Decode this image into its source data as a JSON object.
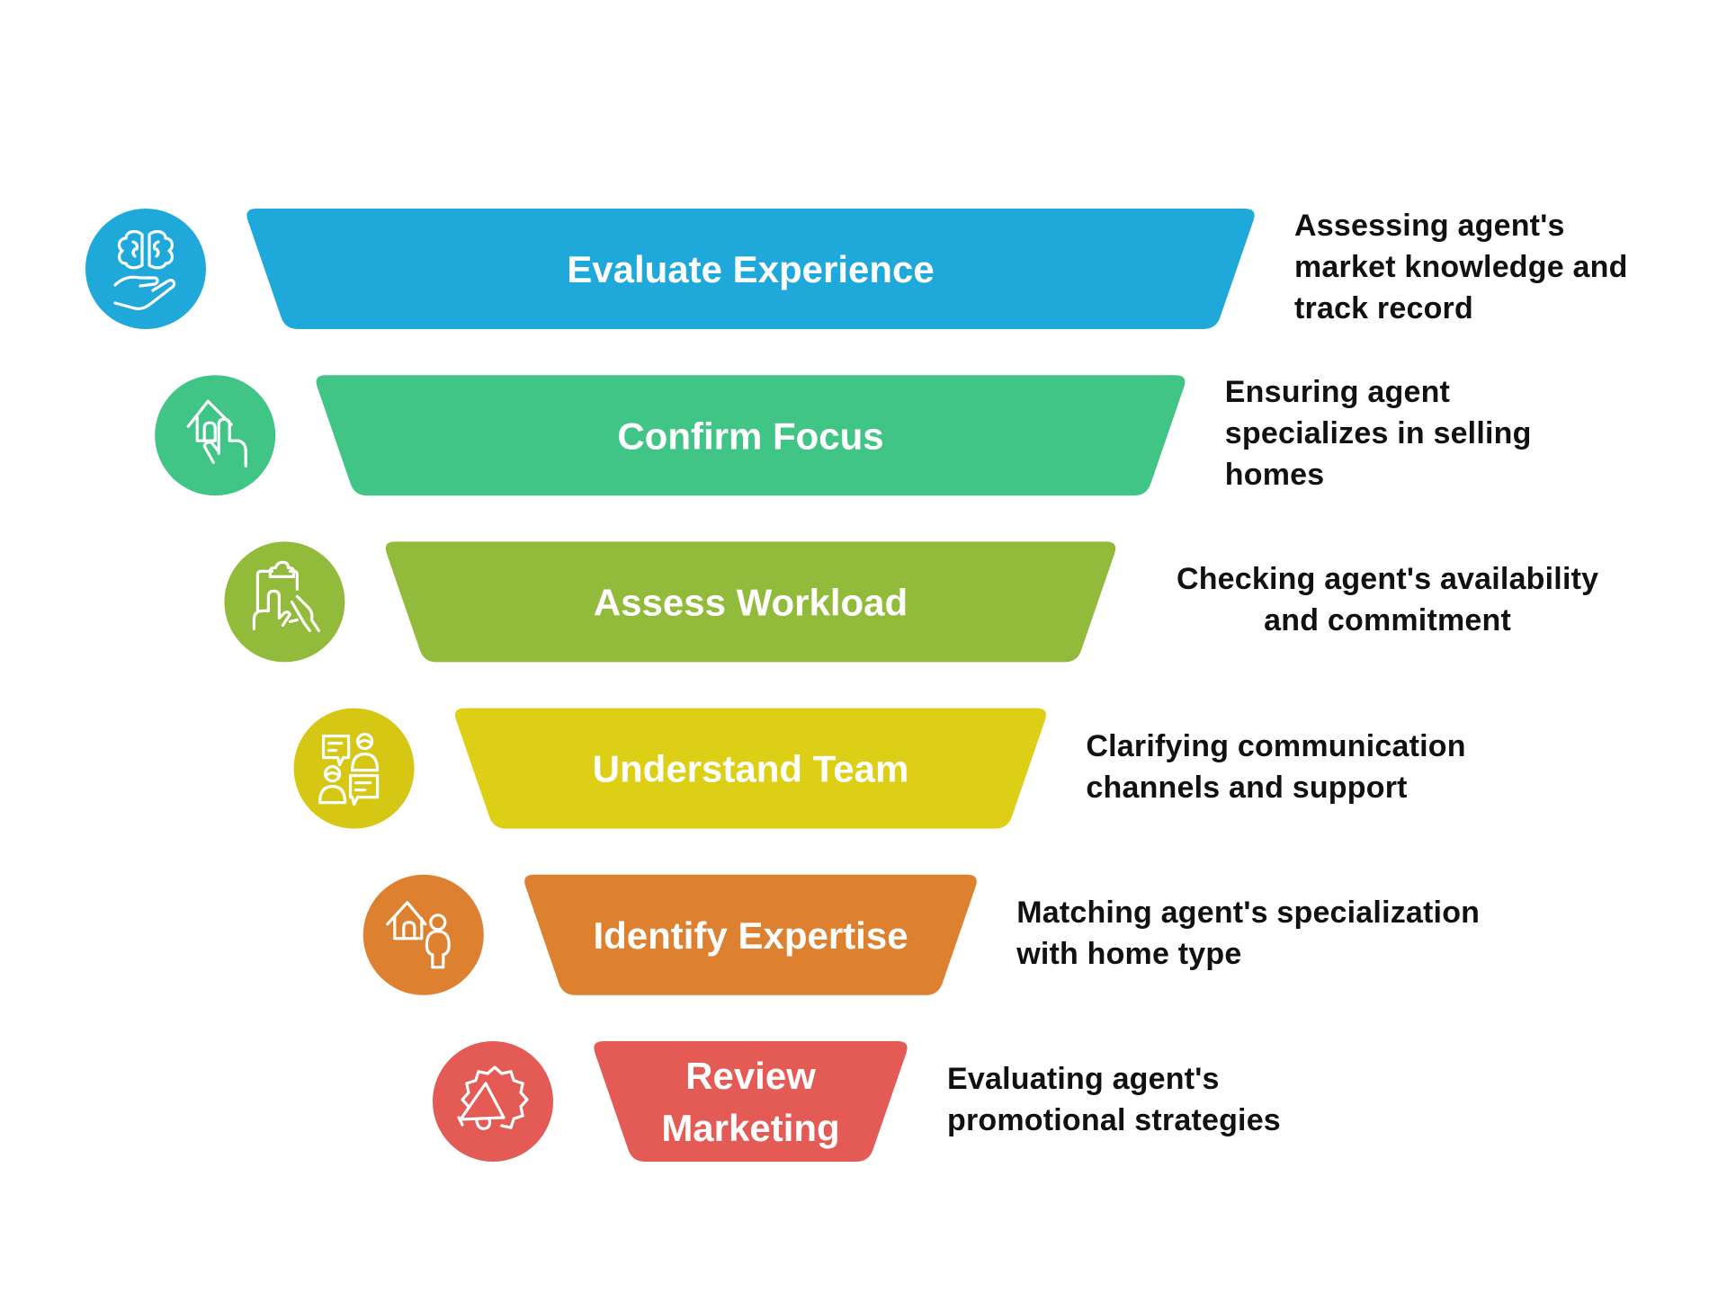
{
  "diagram": {
    "type": "funnel",
    "stages": [
      {
        "title": [
          "Evaluate Experience"
        ],
        "description": "Assessing agent's\nmarket knowledge and\ntrack record",
        "description_align": "left",
        "icon": "brain-in-hand-icon",
        "color": "#1FA9DA",
        "icon_bg": "#1FA9DA"
      },
      {
        "title": [
          "Confirm Focus"
        ],
        "description": "Ensuring agent\nspecializes in selling\nhomes",
        "description_align": "left",
        "icon": "house-touch-icon",
        "color": "#40C587",
        "icon_bg": "#40C587"
      },
      {
        "title": [
          "Assess Workload"
        ],
        "description": "Checking agent's availability\nand commitment",
        "description_align": "center",
        "icon": "clipboard-hand-icon",
        "color": "#92BB3C",
        "icon_bg": "#92BB3C"
      },
      {
        "title": [
          "Understand Team"
        ],
        "description": "Clarifying communication\nchannels and support",
        "description_align": "left",
        "icon": "team-chat-icon",
        "color": "#DDCE16",
        "icon_bg": "#D6C714"
      },
      {
        "title": [
          "Identify Expertise"
        ],
        "description": "Matching agent's specialization\nwith home type",
        "description_align": "left",
        "icon": "house-agent-icon",
        "color": "#DD8130",
        "icon_bg": "#DD8130"
      },
      {
        "title": [
          "Review",
          "Marketing"
        ],
        "description": "Evaluating agent's\npromotional strategies",
        "description_align": "left",
        "icon": "megaphone-icon",
        "color": "#E45A54",
        "icon_bg": "#E45A54"
      }
    ]
  }
}
